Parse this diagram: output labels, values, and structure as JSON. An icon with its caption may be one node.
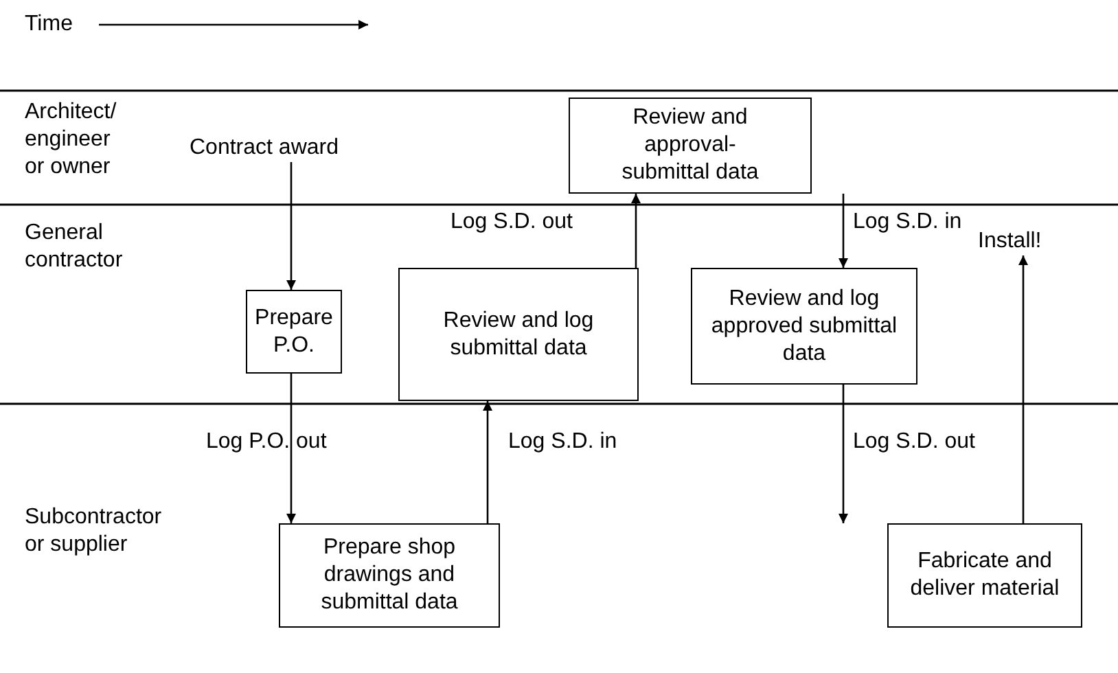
{
  "diagram": {
    "nodes": [
      {
        "text": [
          "Contract award"
        ]
      },
      {
        "text": [
          "Prepare P.O."
        ]
      },
      {
        "text": [
          "Prepare shop drawings and submittal data"
        ]
      },
      {
        "text": [
          "Review and log submittal data"
        ]
      },
      {
        "text": [
          "Review and approval-submittal data"
        ]
      },
      {
        "text": [
          "Review and log approved submittal data"
        ]
      },
      {
        "text": [
          "Fabricate and deliver material"
        ]
      },
      {
        "text": [
          "Install!"
        ]
      }
    ],
    "edges": [
      {
        "from": 0,
        "to": 1,
        "arrow": "to"
      },
      {
        "from": 1,
        "to": 2,
        "arrow": "to",
        "label": "Log P.O. out"
      },
      {
        "from": 2,
        "to": 3,
        "arrow": "to",
        "label": "Log S.D. in"
      },
      {
        "from": 3,
        "to": 4,
        "arrow": "to",
        "label": "Log S.D. out"
      },
      {
        "from": 4,
        "to": 5,
        "arrow": "to",
        "label": "Log S.D. in"
      },
      {
        "from": 5,
        "to": 6,
        "arrow": "to",
        "label": "Log S.D. out"
      },
      {
        "from": 6,
        "to": 7,
        "arrow": "to"
      }
    ],
    "labels": [
      "Time",
      "Architect/ engineer or owner",
      "General contractor",
      "Subcontractor or supplier"
    ]
  }
}
